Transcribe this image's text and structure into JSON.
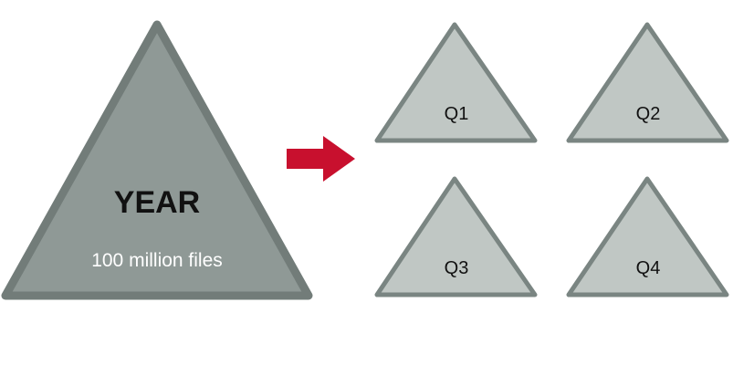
{
  "year": {
    "title": "YEAR",
    "subtitle": "100 million files"
  },
  "quarters": [
    {
      "label": "Q1"
    },
    {
      "label": "Q2"
    },
    {
      "label": "Q3"
    },
    {
      "label": "Q4"
    }
  ],
  "colors": {
    "big_fill": "#8f9996",
    "big_stroke": "#727c79",
    "small_fill": "#c0c7c4",
    "small_stroke": "#7a8582",
    "arrow": "#c8102e",
    "title_text": "#111111",
    "subtitle_text": "#ffffff",
    "quarter_text": "#111111"
  }
}
